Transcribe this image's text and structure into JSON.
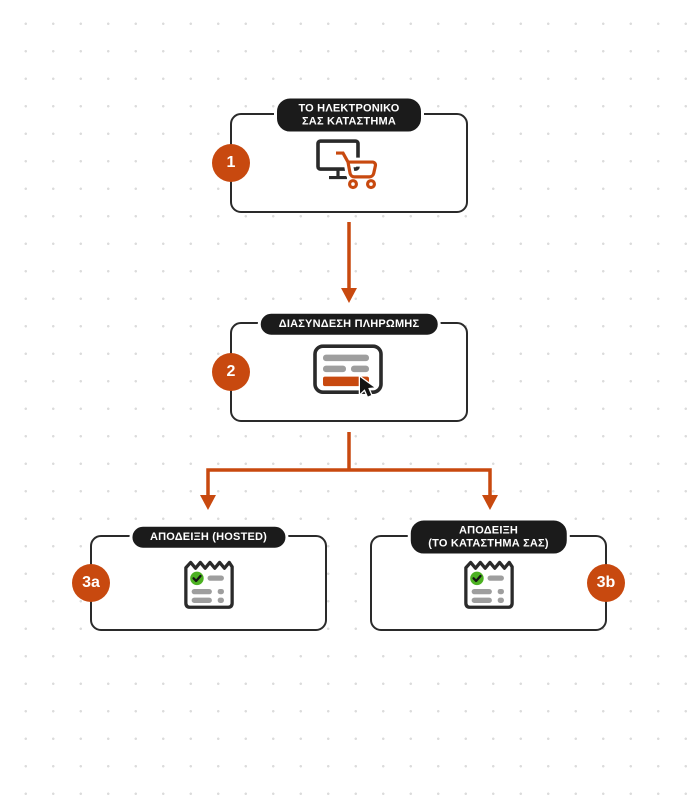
{
  "diagram": {
    "nodes": [
      {
        "id": "store",
        "badge": "1",
        "lines": [
          "ΤΟ ΗΛΕΚΤΡΟΝΙΚΟ",
          "ΣΑΣ ΚΑΤΑΣΤΗΜΑ"
        ],
        "icon": "monitor-cart-icon"
      },
      {
        "id": "payment-gateway",
        "badge": "2",
        "lines": [
          "ΔΙΑΣΥΝΔΕΣΗ ΠΛΗΡΩΜΗΣ"
        ],
        "icon": "payment-form-cursor-icon"
      },
      {
        "id": "receipt-hosted",
        "badge": "3a",
        "lines": [
          "ΑΠΟΔΕΙΞΗ (HOSTED)"
        ],
        "icon": "receipt-check-icon"
      },
      {
        "id": "receipt-merchant",
        "badge": "3b",
        "lines": [
          "ΑΠΟΔΕΙΞΗ",
          "(ΤΟ ΚΑΤΑΣΤΗΜΑ ΣΑΣ)"
        ],
        "icon": "receipt-check-icon"
      }
    ],
    "colors": {
      "accent_orange": "#C8490F",
      "pill_black": "#1B1B1B",
      "node_border": "#2A2A2A",
      "bar_gray": "#9E9E9E",
      "check_green": "#4CB122",
      "dot_gray": "#DCDCDC",
      "background": "#FFFFFF"
    }
  }
}
